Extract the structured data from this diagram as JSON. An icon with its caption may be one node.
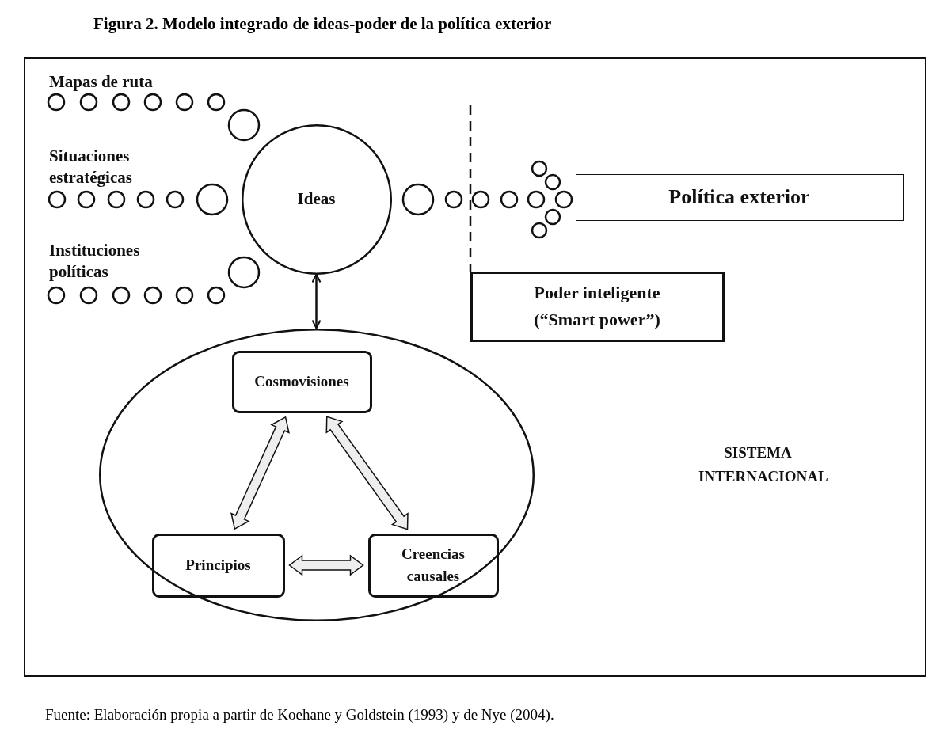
{
  "diagram": {
    "title": "Figura 2. Modelo integrado de ideas-poder de la política exterior",
    "caption": "Fuente: Elaboración propia a partir de Koehane y Goldstein (1993) y de Nye (2004).",
    "nodes": [
      {
        "text": [
          "SISTEMA INTERNACIONAL"
        ]
      },
      {
        "text": [
          "Ideas"
        ],
        "in": 0
      },
      {
        "text": [
          "Política exterior"
        ],
        "in": 0
      },
      {
        "text": [
          "Poder inteligente (“Smart power”)"
        ],
        "in": 0
      },
      {
        "text": [],
        "shape": "ellipse",
        "in": 0
      },
      {
        "text": [
          "Cosmovisiones"
        ],
        "in": 4
      },
      {
        "text": [
          "Principios"
        ],
        "in": 4
      },
      {
        "text": [
          "Creencias causales"
        ],
        "in": 4
      }
    ],
    "edges": [
      {
        "from": 1,
        "to": 4,
        "arrow": "both"
      },
      {
        "from": 5,
        "to": 6,
        "arrow": "both",
        "style": "thick"
      },
      {
        "from": 5,
        "to": 7,
        "arrow": "both",
        "style": "thick"
      },
      {
        "from": 6,
        "to": 7,
        "arrow": "both",
        "style": "thick"
      }
    ],
    "labels": [
      "Mapas de ruta",
      "Situaciones estratégicas",
      "Instituciones políticas"
    ]
  }
}
